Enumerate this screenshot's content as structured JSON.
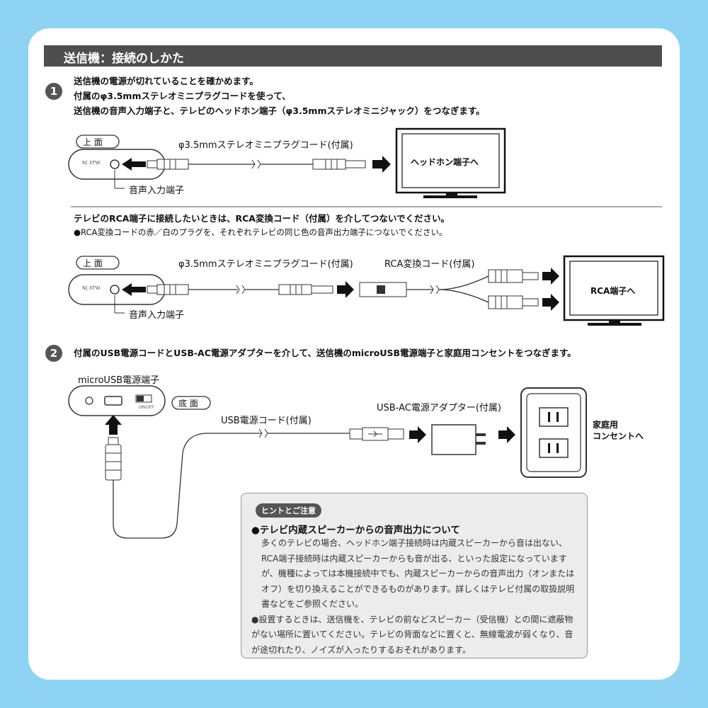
{
  "header": {
    "title": "送信機：接続のしかた"
  },
  "step1": {
    "number": "1",
    "lines": [
      "送信機の電源が切れていることを確かめます。",
      "付属のφ3.5mmステレオミニプラグコードを使って、",
      "送信機の音声入力端子と、テレビのヘッドホン端子（φ3.5mmステレオミニジャック）をつなぎます。"
    ],
    "top_label": "上 面",
    "cable_label": "φ3.5mmステレオミニプラグコード(付属)",
    "input_label": "音声入力端子",
    "tv_label": "ヘッドホン端子へ",
    "device_mark": "N| XTW"
  },
  "rca": {
    "heading": "テレビのRCA端子に接続したいときは、RCA変換コード（付属）を介してつないでください。",
    "note": "●RCA変換コードの赤／白のプラグを、それぞれテレビの同じ色の音声出力端子につないでください。",
    "top_label": "上 面",
    "cable_label": "φ3.5mmステレオミニプラグコード(付属)",
    "rca_cable_label": "RCA変換コード(付属)",
    "input_label": "音声入力端子",
    "tv_label": "RCA端子へ",
    "device_mark": "N| XTW"
  },
  "step2": {
    "number": "2",
    "text": "付属のUSB電源コードとUSB-AC電源アダプターを介して、送信機のmicroUSB電源端子と家庭用コンセントをつなぎます。",
    "micro_label": "microUSB電源端子",
    "bottom_label": "底 面",
    "usb_cable_label": "USB電源コード(付属)",
    "adapter_label": "USB-AC電源アダプター(付属)",
    "outlet_label": "家庭用\nコンセントへ",
    "outlet_line1": "家庭用",
    "outlet_line2": "コンセントへ",
    "switch_on": "ON",
    "switch_off": "OFF"
  },
  "hint": {
    "tag": "ヒントとご注意",
    "heading": "●テレビ内蔵スピーカーからの音声出力について",
    "para1": "多くのテレビの場合、ヘッドホン端子接続時は内蔵スピーカーから音は出ない、RCA端子接続時は内蔵スピーカーからも音が出る、といった設定になっていますが、機種によっては本機接続中でも、内蔵スピーカーからの音声出力（オンまたはオフ）を切り換えることができるものがあります。詳しくはテレビ付属の取扱説明書などをご参照ください。",
    "para2": "●設置するときは、送信機を、テレビの前などスピーカー（受信機）との間に遮蔽物がない場所に置いてください。テレビの背面などに置くと、無線電波が弱くなり、音が途切れたり、ノイズが入ったりするおそれがあります。"
  },
  "colors": {
    "background": "#8fd3f4",
    "bar": "#4e4e4e",
    "hint_bg": "#ececec"
  }
}
